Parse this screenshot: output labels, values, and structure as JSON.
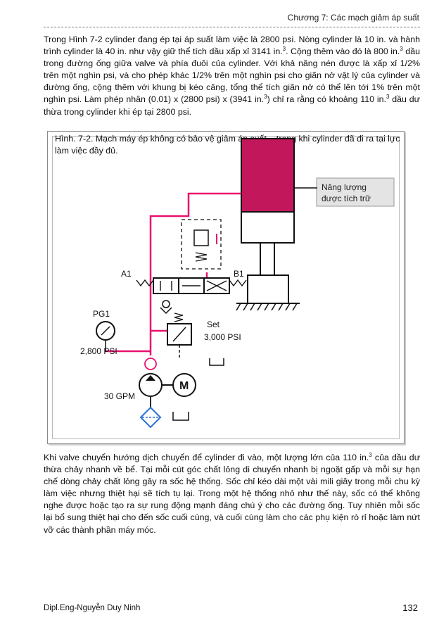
{
  "header": {
    "chapter_title": "Chương 7: Các mạch giảm áp suất"
  },
  "paragraph1": {
    "seg1": "Trong Hình 7-2 cylinder đang ép tại áp suất làm việc là 2800 psi. Nòng cylinder là 10 in. và hành trình cylinder là 40 in. như vậy giữ thể tích dầu xấp xỉ 3141 in.",
    "sup1": "3",
    "seg2": ". Cộng thêm vào đó là 800 in.",
    "sup2": "3",
    "seg3": " dầu trong đường ống giữa valve và phía đuôi của cylinder. Với khả năng nén được là xấp xỉ 1/2% trên một nghìn psi, và cho phép khác 1/2% trên một nghìn psi cho giãn nở vật lý của cylinder và đường ống, cộng thêm với khung bị kéo căng, tổng thể tích giãn nở có thể lên tới 1% trên một nghìn psi. Làm phép nhân (0.01) x (2800 psi) x (3941 in.",
    "sup3": "3",
    "seg4": ") chỉ ra rằng có khoảng 110 in.",
    "sup4": "3",
    "seg5": " dầu dư thừa trong cylinder khi ép tại 2800 psi."
  },
  "figure": {
    "caption": "Hình. 7-2. Mạch máy ép không có bảo vệ giảm áp suất – trong khi cylinder đã đi ra tại lực làm việc đầy đủ.",
    "labels": {
      "stored_energy_line1": "Năng lượng",
      "stored_energy_line2": "được tích trữ",
      "port_a": "A1",
      "port_b": "B1",
      "gauge": "PG1",
      "gauge_reading": "2,800 PSI",
      "relief_label": "Set",
      "relief_setting": "3,000 PSI",
      "pump_flow": "30 GPM"
    },
    "colors": {
      "pressure_line": "#e8116e",
      "stored_energy_fill": "#c2185b",
      "filter": "#2b6fd6",
      "return_line": "#e8116e"
    }
  },
  "paragraph2": {
    "seg1": "Khi valve chuyển hướng dịch chuyển để cylinder đi vào, một lượng lớn của 110 in.",
    "sup1": "3",
    "seg2": " của dầu dư thừa chảy nhanh về bể. Tại mỗi cút góc chất lỏng di chuyển nhanh bị ngoặt gấp và mỗi sự hạn chế dòng chảy chất lỏng gây ra sốc hệ thống. Sốc chỉ kéo dài một vài mili giây trong mỗi chu kỳ làm việc nhưng thiệt hại sẽ tích tụ lại. Trong một hệ thống nhỏ như thế này, sốc có thể không nghe được hoặc tạo ra sự rung động mạnh đáng chú ý cho các đường ống. Tuy nhiên mỗi sốc lại bổ sung thiệt hại cho đến sốc cuối cùng, và cuối cùng làm cho các phụ kiện rò rỉ hoặc làm nứt vỡ các thành phần máy móc."
  },
  "footer": {
    "author": "Dipl.Eng-Nguyễn Duy Ninh",
    "page_number": "132"
  }
}
